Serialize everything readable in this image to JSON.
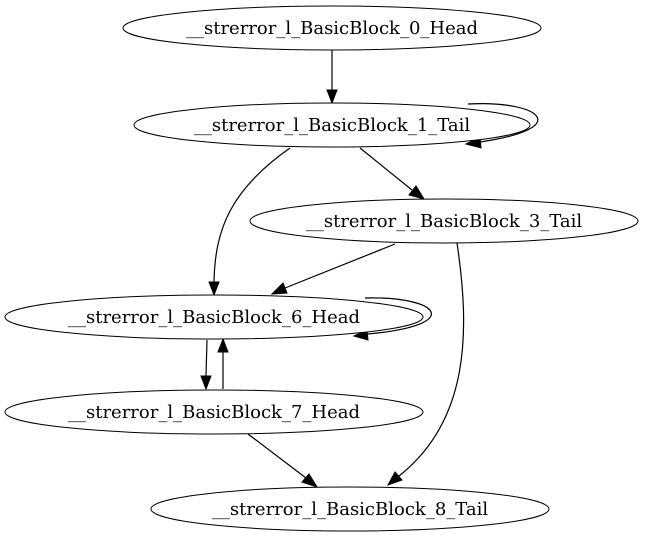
{
  "diagram": {
    "type": "control-flow-graph",
    "nodes": [
      {
        "id": "n0",
        "label": "__strerror_l_BasicBlock_0_Head"
      },
      {
        "id": "n1",
        "label": "__strerror_l_BasicBlock_1_Tail"
      },
      {
        "id": "n3",
        "label": "__strerror_l_BasicBlock_3_Tail"
      },
      {
        "id": "n6",
        "label": "__strerror_l_BasicBlock_6_Head"
      },
      {
        "id": "n7",
        "label": "__strerror_l_BasicBlock_7_Head"
      },
      {
        "id": "n8",
        "label": "__strerror_l_BasicBlock_8_Tail"
      }
    ],
    "edges": [
      {
        "from": "n0",
        "to": "n1"
      },
      {
        "from": "n1",
        "to": "n1"
      },
      {
        "from": "n1",
        "to": "n3"
      },
      {
        "from": "n1",
        "to": "n6"
      },
      {
        "from": "n3",
        "to": "n6"
      },
      {
        "from": "n3",
        "to": "n8"
      },
      {
        "from": "n6",
        "to": "n6"
      },
      {
        "from": "n6",
        "to": "n7"
      },
      {
        "from": "n7",
        "to": "n6"
      },
      {
        "from": "n7",
        "to": "n8"
      }
    ]
  }
}
